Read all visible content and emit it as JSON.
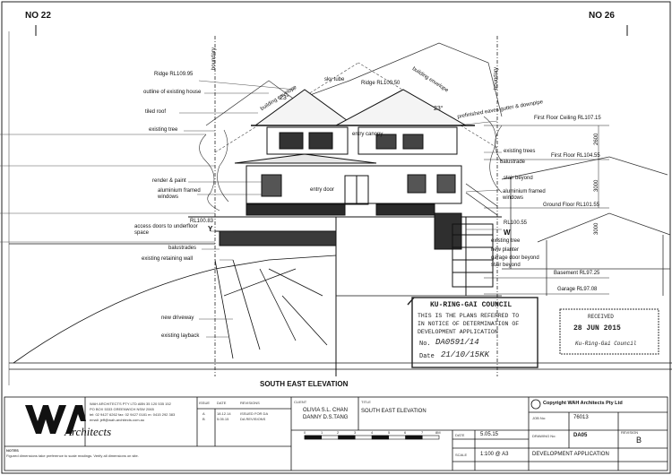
{
  "sheet": {
    "left_neighbour": "NO 22",
    "right_neighbour": "NO 26",
    "title": "SOUTH EAST ELEVATION"
  },
  "annotations_left": [
    "Ridge RL109.95",
    "outline of existing house",
    "tiled roof",
    "existing tree",
    "render & paint",
    "aluminium framed windows",
    "access doors to underfloor space",
    "balustrades",
    "existing retaining wall",
    "new driveway",
    "existing layback"
  ],
  "annotations_middle": {
    "sky_tube": "sky tube",
    "ridge_mid": "Ridge RL109.50",
    "entry_canopy": "entry canopy",
    "entry_door": "entry door",
    "boundary_left": "boundary",
    "boundary_right": "boundary",
    "envelope_left": "building envelope",
    "envelope_right": "building envelope",
    "angle_left": "23°",
    "angle_right": "23°",
    "rl_left": "RL100.83",
    "rl_right": "RL100.55",
    "y_mark": "Y",
    "w_mark": "W"
  },
  "annotations_right": {
    "prefinished": "prefinished eaves gutter & downpipe",
    "existing_trees": "existing trees",
    "balustrade": "balustrade",
    "stair_beyond_1": "stair beyond",
    "alu_windows": "aluminium framed windows",
    "existing_tree": "existing tree",
    "new_planter": "new planter",
    "garage_door": "garage door beyond",
    "stair_beyond_2": "stair beyond"
  },
  "levels": [
    "First Floor Ceiling RL107.15",
    "First Floor RL104.55",
    "Ground Floor RL101.55",
    "Basement RL97.25",
    "Garage RL97.08"
  ],
  "dimensions": [
    "2600",
    "3000",
    "3000"
  ],
  "council_stamp": {
    "heading": "KU-RING-GAI COUNCIL",
    "line1": "THIS IS THE PLANS REFERRED TO",
    "line2": "IN NOTICE OF DETERMINATION OF",
    "line3": "DEVELOPMENT APPLICATION",
    "no_label": "No.",
    "no_value": "DA0591/14",
    "date_label": "Date",
    "date_value": "21/10/15KK"
  },
  "received_stamp": {
    "heading": "RECEIVED",
    "date": "28 JUN 2015",
    "footer": "Ku-Ring-Gai Council"
  },
  "title_block": {
    "firm_logo": "WAH",
    "firm_tagline": "Architects",
    "firm_details": [
      "WAH ARCHITECTS PTY LTD   ABN 35 120 535 152",
      "PO BOX 5333  GREENWICH  NSW 2065",
      "tel: 02 9427 6262  fax: 02 9427 0181  m: 0415 292 383",
      "email: jeff@wah-architects.com.au"
    ],
    "rev_headers": [
      "ISSUE",
      "DATE",
      "REVISIONS"
    ],
    "revisions": [
      [
        "A",
        "18.12.14",
        "ISSUED FOR DA"
      ],
      [
        "B",
        "5.05.15",
        "DA REVISIONS"
      ]
    ],
    "client_label": "CLIENT",
    "client_lines": [
      "OLIVIA S.L. CHAN",
      "DANNY D.S.TANG"
    ],
    "title_label": "TITLE",
    "title_value": "SOUTH EAST ELEVATION",
    "copyright": "Copyright WAH Architects Pty Ltd",
    "date_label": "DATE",
    "date_value": "5.05.15",
    "scale_label": "SCALE",
    "scale_value": "1:100 @ A3",
    "job_label": "JOB No:",
    "job_value": "76013",
    "drawing_label": "DRAWING No:",
    "drawing_value": "DA05",
    "revision_label": "REVISION",
    "revision_value": "B",
    "status": "DEVELOPMENT APPLICATION",
    "scale_ticks": [
      "0",
      "1",
      "2",
      "3",
      "4",
      "5",
      "6",
      "7",
      "8M"
    ],
    "notes_heading": "NOTES",
    "notes_text": "Figured dimensions take preference to scale readings. Verify all dimensions on site."
  },
  "colors": {
    "ink": "#111111",
    "paper": "#ffffff"
  }
}
